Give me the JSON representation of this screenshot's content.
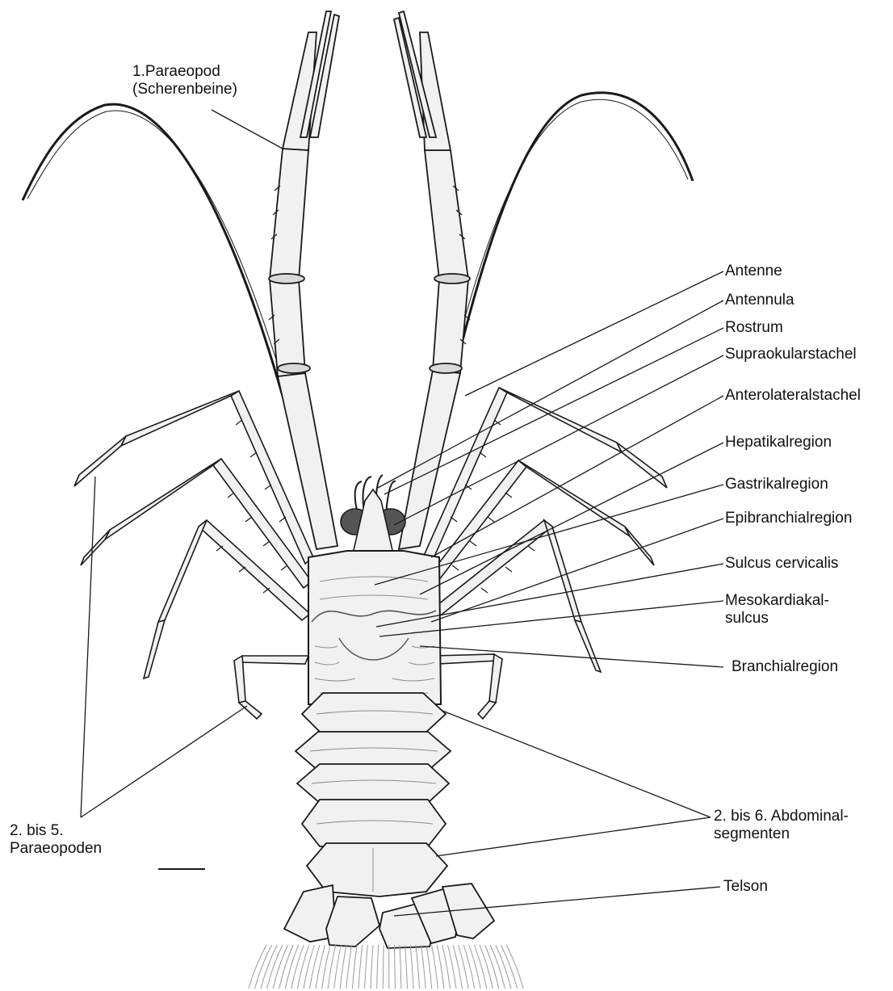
{
  "diagram": {
    "colors": {
      "ink": "#1a1a1a",
      "shell": "#f1f1f1",
      "hair": "#9a9a9a",
      "eye": "#555555"
    },
    "labels": {
      "paraeopod1": {
        "line1": "1.Paraeopod",
        "line2": "(Scherenbeine)"
      },
      "antenne": "Antenne",
      "antennula": "Antennula",
      "rostrum": "Rostrum",
      "supraokularstachel": "Supraokularstachel",
      "anterolateralstachel": "Anterolateralstachel",
      "hepatikalregion": "Hepatikalregion",
      "gastrikalregion": "Gastrikalregion",
      "epibranchialregion": "Epibranchialregion",
      "sulcus_cervicalis": "Sulcus cervicalis",
      "mesokardiakalsulcus": {
        "line1": "Mesokardiakal-",
        "line2": "sulcus"
      },
      "branchialregion": "Branchialregion",
      "abdominalsegmente": {
        "line1": "2. bis 6. Abdominal-",
        "line2": "segmenten"
      },
      "telson": "Telson",
      "paraeopoden": {
        "line1": "2. bis 5.",
        "line2": "Paraeopoden"
      }
    }
  }
}
